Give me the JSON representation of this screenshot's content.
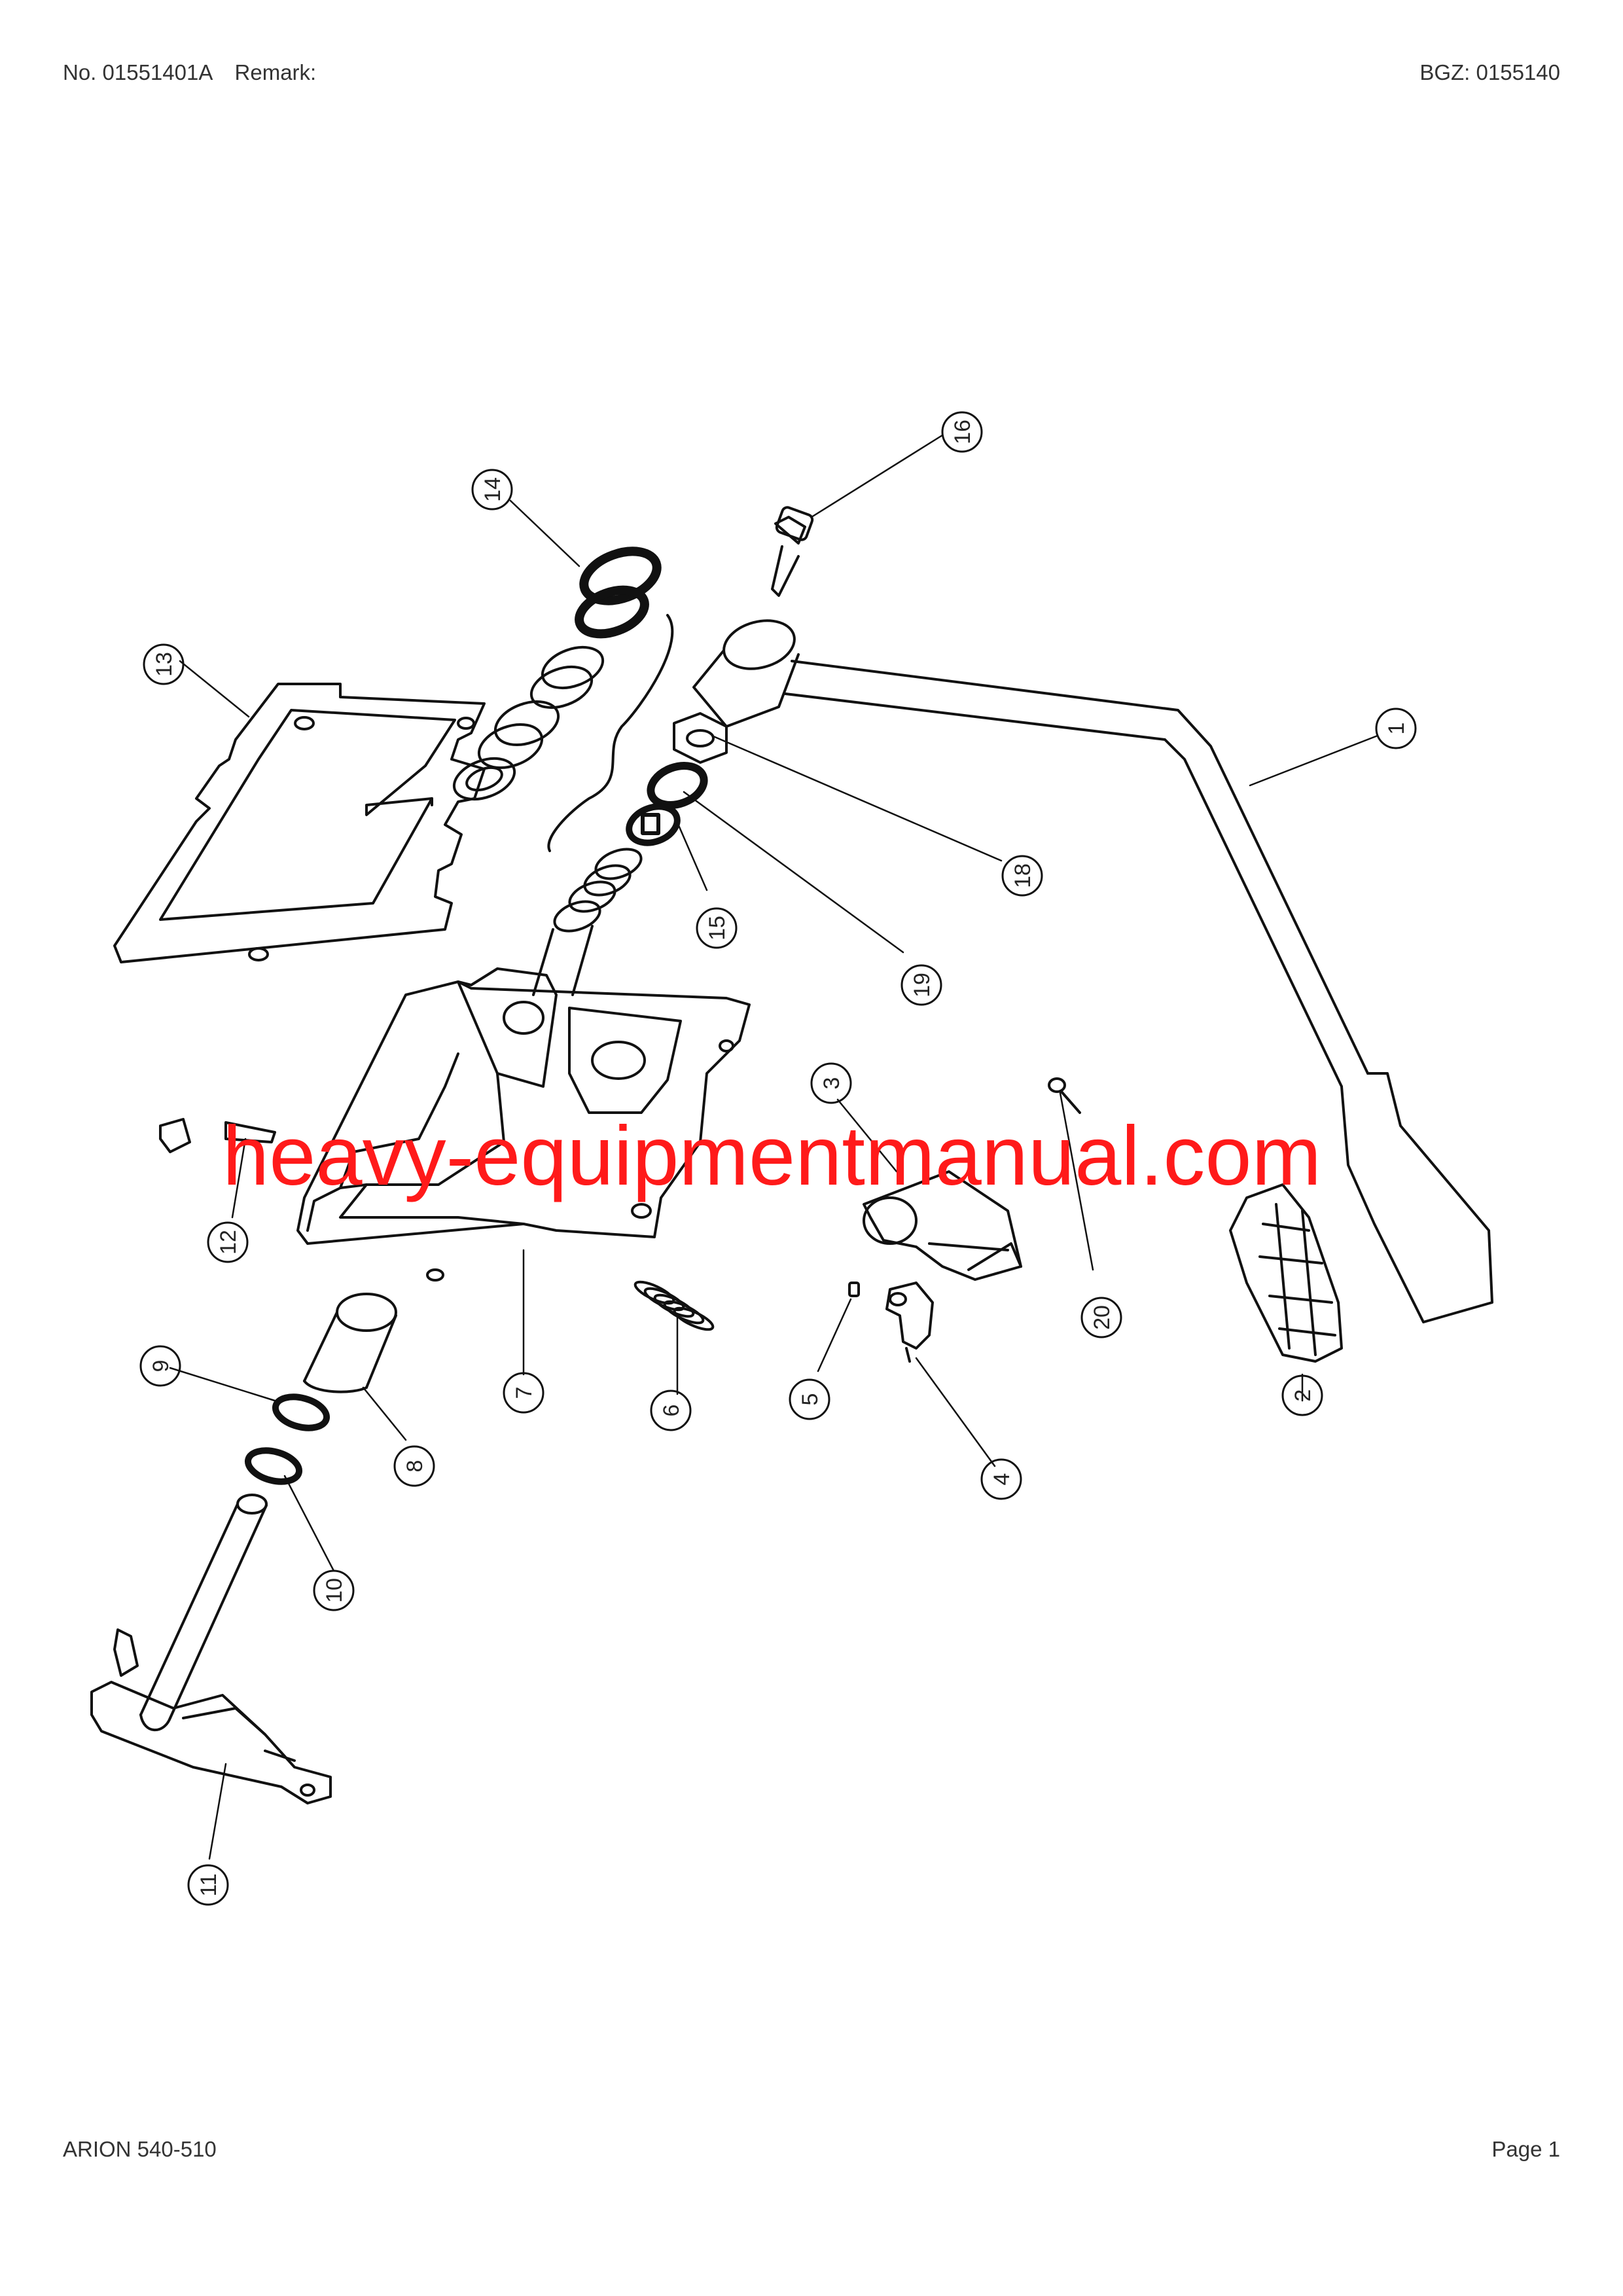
{
  "header": {
    "doc_number": "No. 01551401A",
    "remark_label": "Remark:",
    "bgz": "BGZ: 0155140"
  },
  "footer": {
    "model": "ARION 540-510",
    "page": "Page 1"
  },
  "watermark": "heavy-equipmentmanual.com",
  "callouts": [
    "1",
    "2",
    "3",
    "4",
    "5",
    "6",
    "7",
    "8",
    "9",
    "10",
    "11",
    "12",
    "13",
    "14",
    "15",
    "16",
    "18",
    "19",
    "20"
  ],
  "colors": {
    "line": "#111111",
    "watermark": "#ff1a1a",
    "callout_text": "#222222"
  }
}
